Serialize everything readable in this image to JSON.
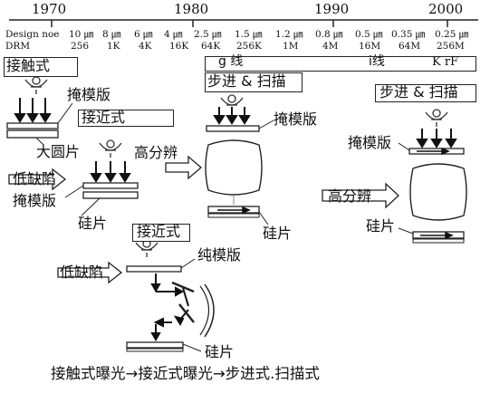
{
  "timeline": {
    "years": [
      "1970",
      "1980",
      "1990",
      "2000"
    ],
    "design_rule_title": "Design noe",
    "design_rules": [
      "10 ㎛",
      "8 ㎛",
      "6 ㎛",
      "4 ㎛",
      "2.5 ㎛",
      "1.5 ㎛",
      "1.2 ㎛",
      "0.8 ㎛",
      "0.5 ㎛",
      "0.35 ㎛",
      "0.25 ㎛"
    ],
    "drm_title": "DRM",
    "drm_values": [
      "256",
      "1K",
      "4K",
      "16K",
      "64K",
      "256K",
      "1M",
      "4M",
      "16M",
      "64M",
      "256M"
    ]
  },
  "labels": {
    "contact": "接触式",
    "mask1": "掩模版",
    "proximity1": "接近式",
    "wafer_large": "大圆片",
    "low_defect1": "低缺陷",
    "mask2": "掩模版",
    "wafer1": "硅片",
    "high_res1": "高分辨",
    "g_line": "g 线",
    "i_line": "i线",
    "krf": "K rF",
    "stepper1": "步进 & 扫描",
    "mask3": "掩模版",
    "wafer2": "硅片",
    "stepper2": "步进 & 扫描",
    "mask4": "掩模版",
    "high_res2": "高分辨",
    "wafer3": "硅片",
    "proximity2": "接近式",
    "low_defect2": "低缺陷",
    "pure_mask": "纯模版",
    "wafer4": "硅片",
    "caption": "接触式曝光→接近式曝光→步进式.扫描式"
  }
}
